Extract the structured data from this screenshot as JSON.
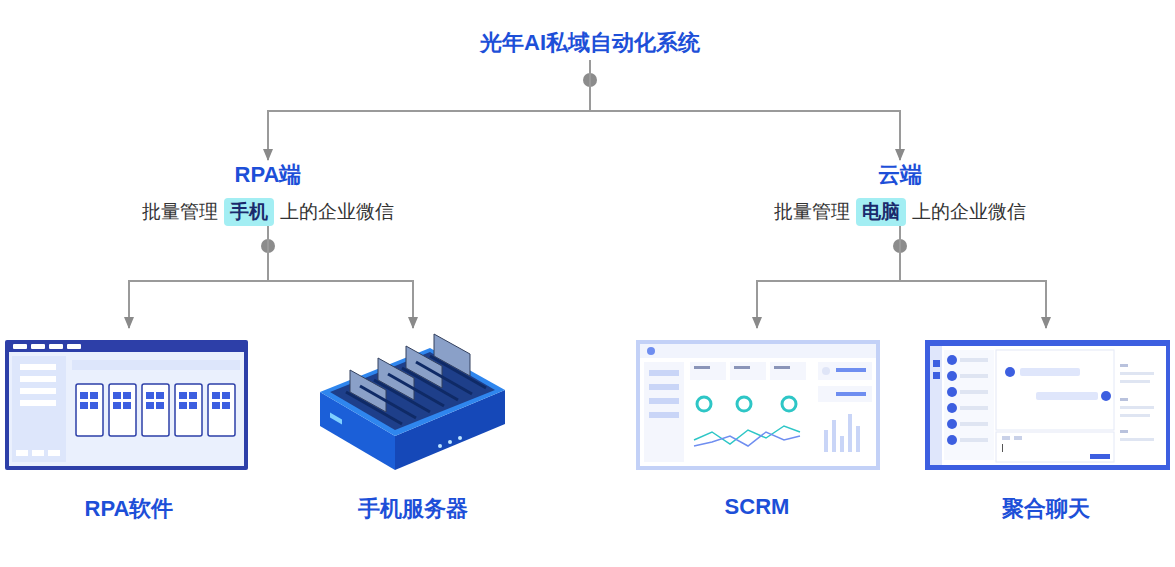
{
  "diagram": {
    "nodes": [
      {
        "text": [
          "光年AI私域自动化系统"
        ]
      },
      {
        "text": [
          "RPA端",
          "批量管理",
          "手机",
          "上的企业微信"
        ]
      },
      {
        "text": [
          "云端",
          "批量管理",
          "电脑",
          "上的企业微信"
        ]
      },
      {
        "text": [
          "RPA软件"
        ]
      },
      {
        "text": [
          "手机服务器"
        ]
      },
      {
        "text": [
          "SCRM"
        ]
      },
      {
        "text": [
          "聚合聊天"
        ]
      }
    ],
    "edges": [
      {
        "from": 0,
        "to": 1,
        "arrow": "to"
      },
      {
        "from": 0,
        "to": 2,
        "arrow": "to"
      },
      {
        "from": 1,
        "to": 3,
        "arrow": "to"
      },
      {
        "from": 1,
        "to": 4,
        "arrow": "to"
      },
      {
        "from": 2,
        "to": 5,
        "arrow": "to"
      },
      {
        "from": 2,
        "to": 6,
        "arrow": "to"
      }
    ]
  }
}
